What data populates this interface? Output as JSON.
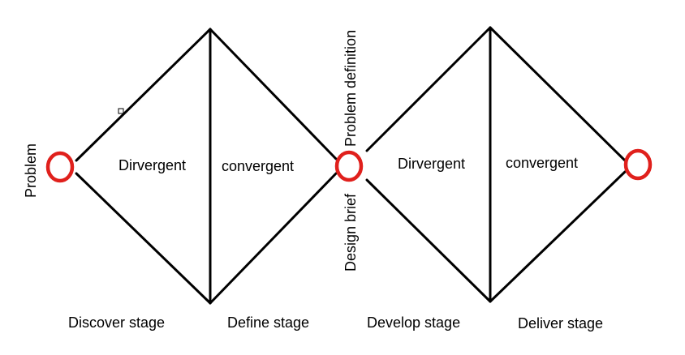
{
  "colors": {
    "line": "#000000",
    "node_ring": "#e0201c",
    "background": "#ffffff"
  },
  "diamond_1": {
    "left_label": "Dirvergent",
    "right_label": "convergent"
  },
  "diamond_2": {
    "left_label": "Dirvergent",
    "right_label": "convergent"
  },
  "nodes": {
    "start_label": "Problem",
    "middle_label_top": "Problem definition",
    "middle_label_bottom": "Design brief"
  },
  "stages": {
    "discover": "Discover stage",
    "define": "Define stage",
    "develop": "Develop stage",
    "deliver": "Deliver stage"
  }
}
